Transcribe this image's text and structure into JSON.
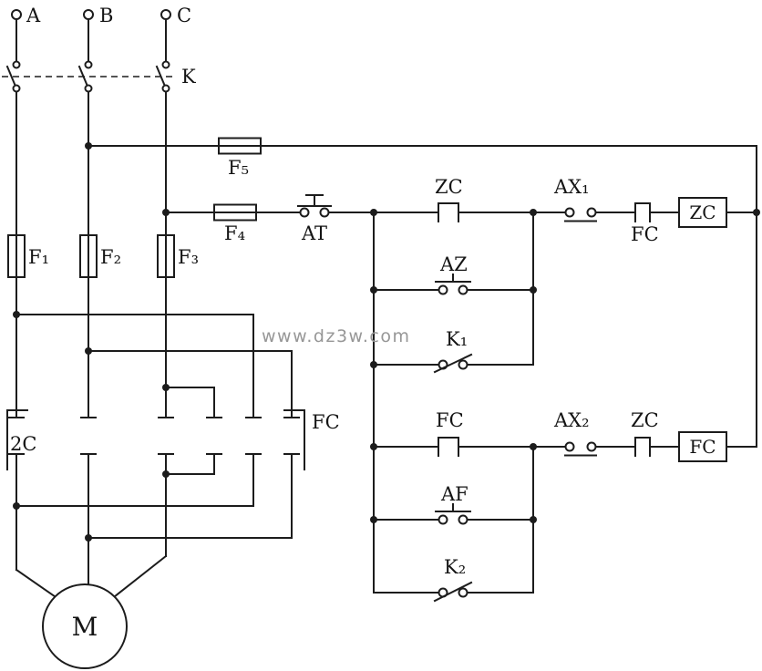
{
  "labels": {
    "phase_a": "A",
    "phase_b": "B",
    "phase_c": "C",
    "switch_k": "K",
    "fuse_f1": "F₁",
    "fuse_f2": "F₂",
    "fuse_f3": "F₃",
    "fuse_f4": "F₄",
    "fuse_f5": "F₅",
    "button_at": "AT",
    "zc_nc_contact": "ZC",
    "az_button": "AZ",
    "k1_contact": "K₁",
    "ax1_contact": "AX₁",
    "fc_interlock": "FC",
    "zc_coil": "ZC",
    "fc_nc_contact": "FC",
    "af_button": "AF",
    "k2_contact": "K₂",
    "ax2_contact": "AX₂",
    "zc_interlock": "ZC",
    "fc_coil": "FC",
    "group_2c": "2C",
    "group_fc": "FC",
    "motor": "M"
  },
  "watermark": "www.dz3w.com",
  "colors": {
    "line": "#1c1c1c",
    "watermark": "#979797",
    "background": "#ffffff"
  }
}
